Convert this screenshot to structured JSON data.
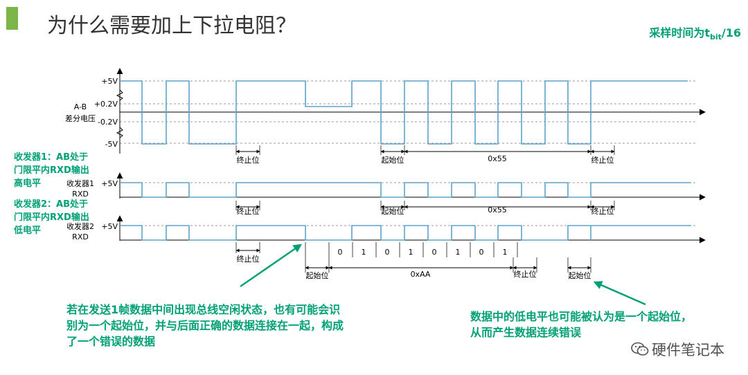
{
  "header": {
    "title": "为什么需要加上下拉电阻？"
  },
  "sampling_note": {
    "prefix": "采样时间为t",
    "sub": "bit",
    "suffix": "/16"
  },
  "side_notes": {
    "receiver1": [
      "收发器1：AB处于",
      "门限平内RXD输出",
      "高电平"
    ],
    "receiver2": [
      "收发器2：AB处于",
      "门限平内RXD输出",
      "低电平"
    ]
  },
  "axis_labels": {
    "ab_signal": [
      "A-B",
      "差分电压"
    ],
    "rxd1": [
      "收发器1",
      "RXD"
    ],
    "rxd2": [
      "收发器2",
      "RXD"
    ],
    "voltage_ticks": [
      "+5V",
      "+0.2V",
      "-0.2V",
      "-5V"
    ],
    "rxd_level": "+5V"
  },
  "segments": {
    "stop": "终止位",
    "start": "起始位",
    "byte_55": "0x55",
    "byte_AA": "0xAA"
  },
  "bit_values_aa": [
    "0",
    "1",
    "0",
    "1",
    "0",
    "1",
    "0",
    "1"
  ],
  "callouts": {
    "bus_idle": [
      "若在发送1帧数据中间出现总线空闲状态，也有可能会识",
      "别为一个起始位，并与后面正确的数据连接在一起，构成",
      "了一个错误的数据"
    ],
    "low_level": [
      "数据中的低电平也可能被认为是一个起始位，",
      "从而产生数据连续错误"
    ]
  },
  "watermark": {
    "text": "硬件笔记本",
    "icon": "wechat-icon"
  },
  "colors": {
    "signal": "#5ba3c9",
    "accent": "#00a077",
    "axis": "#000000",
    "bar": "#7ab648"
  }
}
